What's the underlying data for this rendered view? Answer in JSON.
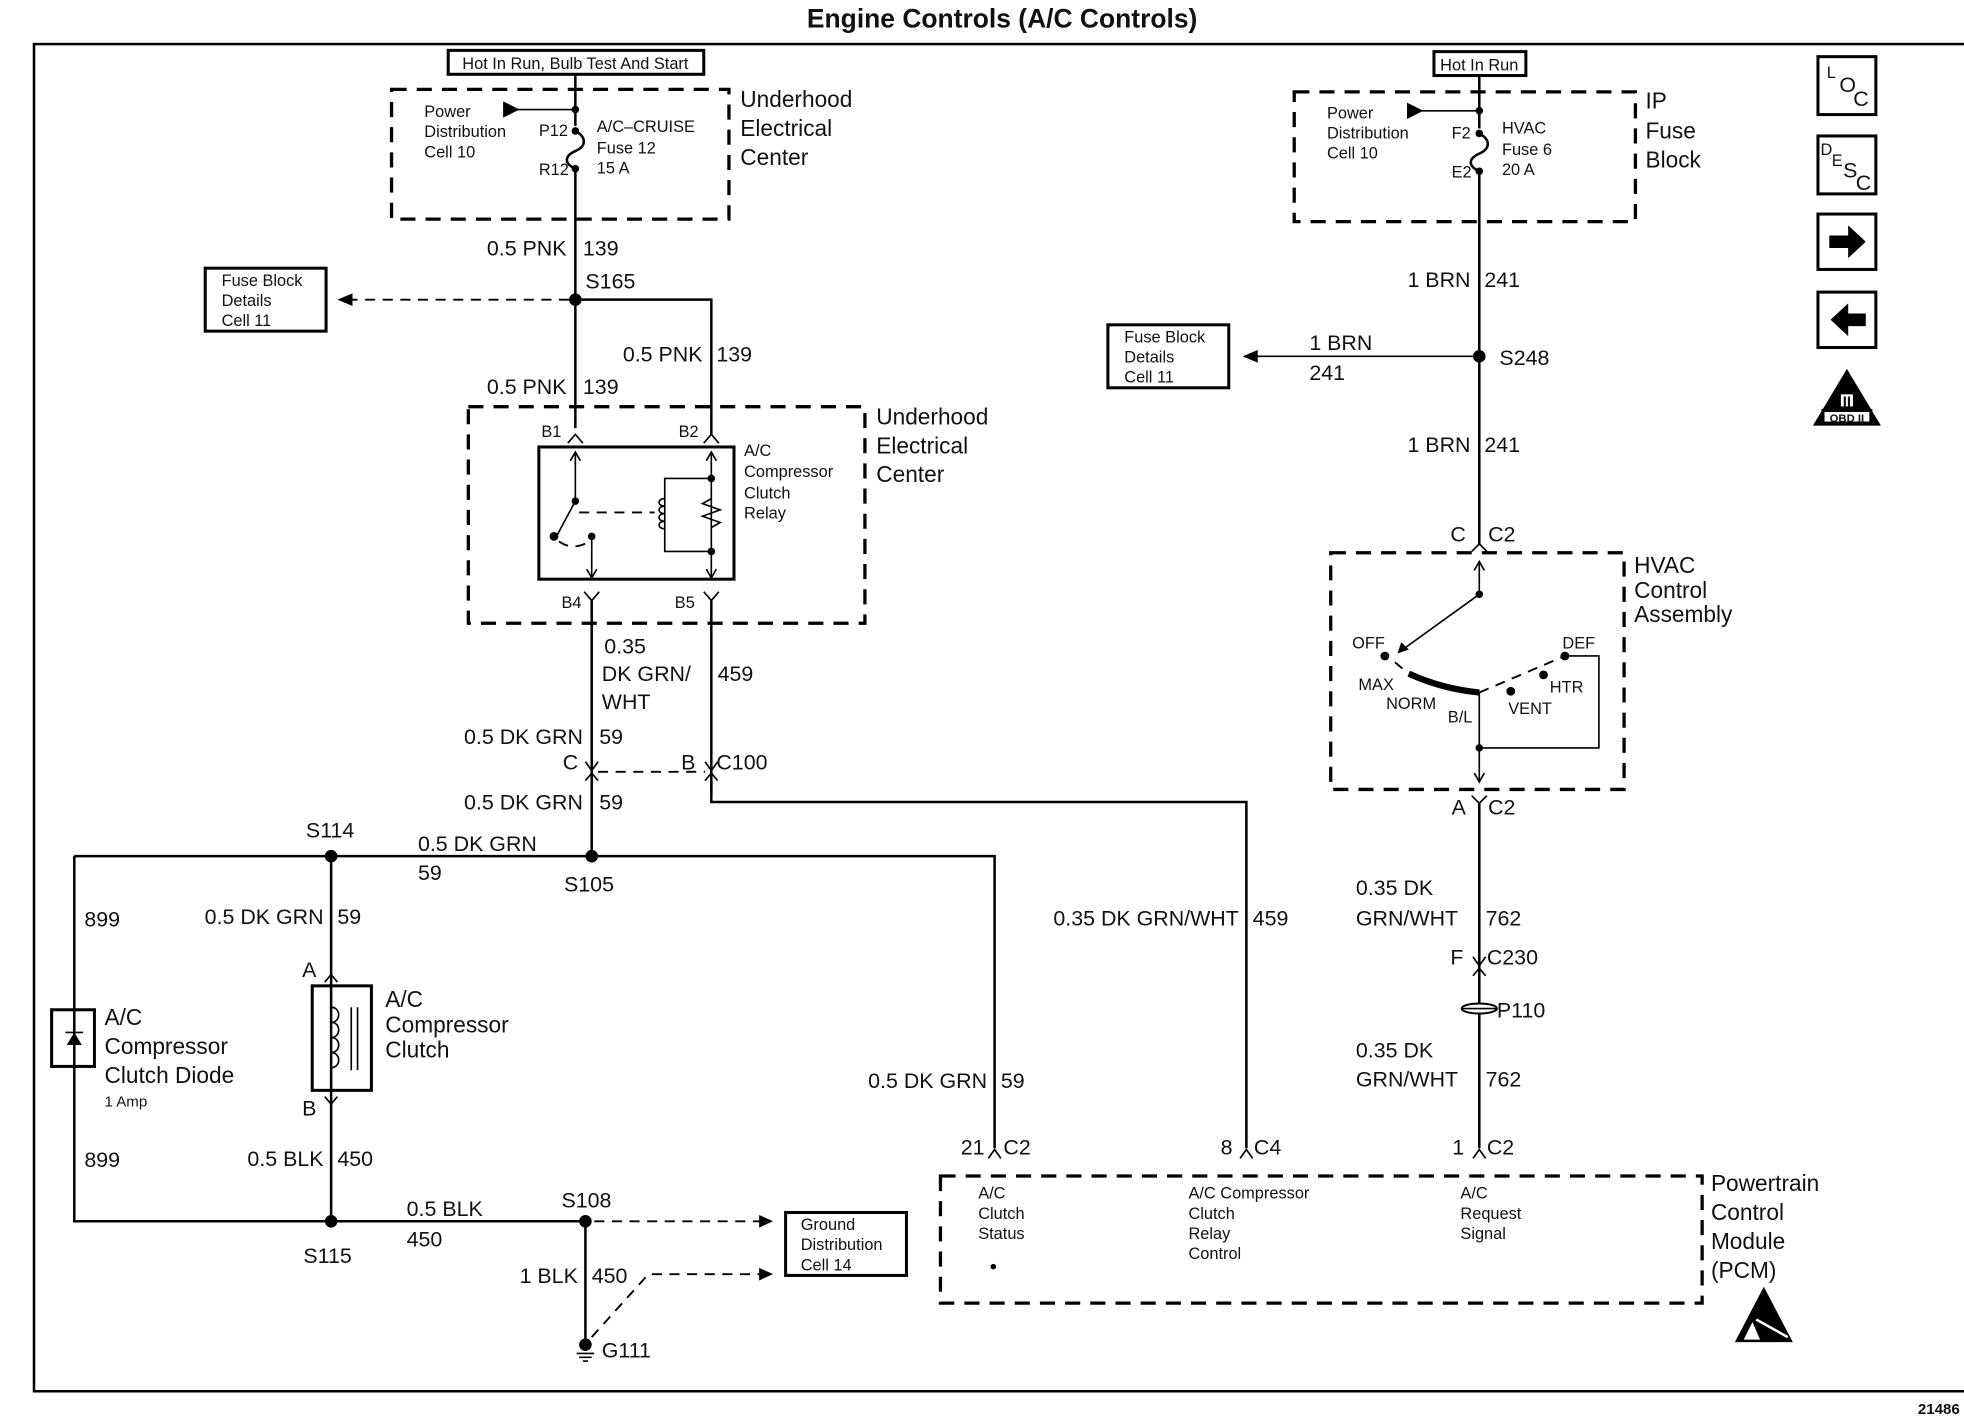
{
  "title": "Engine Controls (A/C Controls)",
  "figure_number": "21486",
  "nav_icons": {
    "loc": {
      "letters": [
        "L",
        "O",
        "C"
      ],
      "label": "Component Locator"
    },
    "desc": {
      "letters": [
        "D",
        "E",
        "S",
        "C"
      ],
      "label": "Circuit Description"
    },
    "next": {
      "label": "Next Page"
    },
    "prev": {
      "label": "Previous Page"
    },
    "obd": {
      "top": "II",
      "bottom": "OBD II"
    }
  },
  "power_sources": {
    "left_label": "Hot In Run, Bulb Test And Start",
    "right_label": "Hot In Run"
  },
  "uec_fuse": {
    "component": [
      "Underhood",
      "Electrical",
      "Center"
    ],
    "distribution": [
      "Power",
      "Distribution",
      "Cell 10"
    ],
    "pin_in": "P12",
    "pin_out": "R12",
    "fuse": [
      "A/C–CRUISE",
      "Fuse 12",
      "15 A"
    ]
  },
  "ip_fuse": {
    "component": [
      "IP",
      "Fuse",
      "Block"
    ],
    "distribution": [
      "Power",
      "Distribution",
      "Cell 10"
    ],
    "pin_in": "F2",
    "pin_out": "E2",
    "fuse": [
      "HVAC",
      "Fuse 6",
      "20 A"
    ]
  },
  "ref_boxes": {
    "fuse_block_left": [
      "Fuse Block",
      "Details",
      "Cell 11"
    ],
    "fuse_block_right": [
      "Fuse Block",
      "Details",
      "Cell 11"
    ],
    "ground_dist": [
      "Ground",
      "Distribution",
      "Cell 14"
    ]
  },
  "relay": {
    "component": [
      "Underhood",
      "Electrical",
      "Center"
    ],
    "name": [
      "A/C",
      "Compressor",
      "Clutch",
      "Relay"
    ],
    "pins": {
      "b1": "B1",
      "b2": "B2",
      "b4": "B4",
      "b5": "B5"
    }
  },
  "hvac_control": {
    "name": [
      "HVAC",
      "Control",
      "Assembly"
    ],
    "positions": {
      "off": "OFF",
      "max": "MAX",
      "norm": "NORM",
      "bl": "B/L",
      "vent": "VENT",
      "htr": "HTR",
      "def": "DEF"
    },
    "conn_top": {
      "pin": "C",
      "conn": "C2"
    },
    "conn_bottom": {
      "pin": "A",
      "conn": "C2"
    }
  },
  "clutch": {
    "name": [
      "A/C",
      "Compressor",
      "Clutch"
    ],
    "pin_a": "A",
    "pin_b": "B"
  },
  "diode": {
    "name": [
      "A/C",
      "Compressor",
      "Clutch Diode"
    ],
    "rating": "1 Amp"
  },
  "pcm": {
    "name": [
      "Powertrain",
      "Control",
      "Module",
      "(PCM)"
    ],
    "inputs": [
      {
        "pin": "21",
        "conn": "C2",
        "label": [
          "A/C",
          "Clutch",
          "Status"
        ]
      },
      {
        "pin": "8",
        "conn": "C4",
        "label": [
          "A/C Compressor",
          "Clutch",
          "Relay",
          "Control"
        ]
      },
      {
        "pin": "1",
        "conn": "C2",
        "label": [
          "A/C",
          "Request",
          "Signal"
        ]
      }
    ]
  },
  "splices": {
    "s165": "S165",
    "s248": "S248",
    "s114": "S114",
    "s105": "S105",
    "s115": "S115",
    "s108": "S108",
    "g111": "G111",
    "p110": "P110"
  },
  "connectors": {
    "c100_c": "C",
    "c100_b": "B",
    "c100": "C100",
    "c230_f": "F",
    "c230": "C230"
  },
  "wires": {
    "pnk_top": {
      "gauge_color": "0.5 PNK",
      "circuit": "139"
    },
    "pnk_b2": {
      "gauge_color": "0.5 PNK",
      "circuit": "139"
    },
    "pnk_b1": {
      "gauge_color": "0.5 PNK",
      "circuit": "139"
    },
    "brn_top": {
      "gauge_color": "1 BRN",
      "circuit": "241"
    },
    "brn_branch": {
      "gauge_color": "1 BRN",
      "circuit": "241"
    },
    "brn_bottom": {
      "gauge_color": "1 BRN",
      "circuit": "241"
    },
    "dkgrnwht_relay": {
      "gauge_color": [
        "0.35",
        "DK GRN/",
        "WHT"
      ],
      "circuit": "459"
    },
    "dkgrn_above_c100": {
      "gauge_color": "0.5 DK GRN",
      "circuit": "59"
    },
    "dkgrn_below_c100": {
      "gauge_color": "0.5 DK GRN",
      "circuit": "59"
    },
    "dkgrn_horiz": {
      "gauge_color": "0.5 DK GRN",
      "circuit": "59"
    },
    "dkgrn_clutch": {
      "gauge_color": "0.5 DK GRN",
      "circuit": "59"
    },
    "dkgrn_pcm": {
      "gauge_color": "0.5 DK GRN",
      "circuit": "59"
    },
    "dkgrnwht_pcm": {
      "gauge_color": "0.35 DK GRN/WHT",
      "circuit": "459"
    },
    "diode_top": {
      "circuit": "899"
    },
    "diode_bottom": {
      "circuit": "899"
    },
    "blk_clutch": {
      "gauge_color": "0.5 BLK",
      "circuit": "450"
    },
    "blk_horiz": {
      "gauge_color": "0.5 BLK",
      "circuit": "450"
    },
    "blk_ground": {
      "gauge_color": "1 BLK",
      "circuit": "450"
    },
    "req_upper": {
      "gauge_color": [
        "0.35 DK",
        "GRN/WHT"
      ],
      "circuit": "762"
    },
    "req_lower": {
      "gauge_color": [
        "0.35 DK",
        "GRN/WHT"
      ],
      "circuit": "762"
    }
  }
}
